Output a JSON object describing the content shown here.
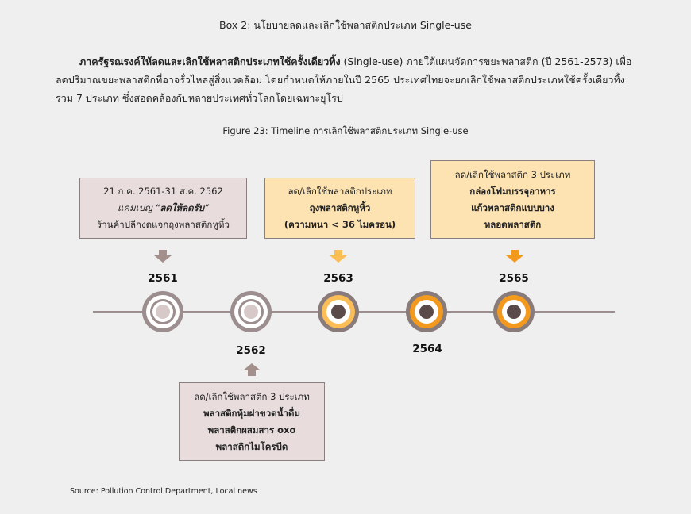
{
  "box_title": "Box 2: นโยบายลดและเลิกใช้พลาสติกประเภท Single-use",
  "paragraph": {
    "lead": "ภาครัฐรณรงค์ให้ลดและเลิกใช้พลาสติกประเภทใช้ครั้งเดียวทิ้ง",
    "rest": " (Single-use) ภายใต้แผนจัดการขยะพลาสติก (ปี 2561-2573) เพื่อลดปริมาณขยะพลาสติกที่อาจรั่วไหลสู่สิ่งแวดล้อม โดยกำหนดให้ภายในปี 2565 ประเทศไทยจะยกเลิกใช้พลาสติกประเภทใช้ครั้งเดียวทิ้ง รวม 7 ประเภท ซึ่งสอดคล้องกับหลายประเทศทั่วโลกโดยเฉพาะยุโรป"
  },
  "figure_title": "Figure 23: Timeline การเลิกใช้พลาสติกประเภท Single-use",
  "colors": {
    "grey_box": "#e8dcdc",
    "orange_box": "#fde3b2",
    "grey_arrow": "#a38f8c",
    "light_orange": "#fbbd55",
    "dark_orange": "#f39a1e",
    "axis": "#9c8e8e"
  },
  "timeline": {
    "years": [
      {
        "year": "2561",
        "position": "above",
        "style": "grey"
      },
      {
        "year": "2562",
        "position": "below",
        "style": "grey"
      },
      {
        "year": "2563",
        "position": "above",
        "style": "orange"
      },
      {
        "year": "2564",
        "position": "below",
        "style": "orange"
      },
      {
        "year": "2565",
        "position": "above",
        "style": "orange"
      }
    ]
  },
  "notes": {
    "n2561": {
      "date": "21 ก.ค. 2561-31 ส.ค. 2562",
      "campaign_prefix": "แคมเปญ “",
      "campaign_name": "ลดให้ลดรับ",
      "campaign_suffix": "”",
      "detail": "ร้านค้าปลีกงดแจกถุงพลาสติกหูหิ้ว"
    },
    "n2562": {
      "heading": "ลด/เลิกใช้พลาสติก 3 ประเภท",
      "items": [
        "พลาสติกหุ้มฝาขวดน้ำดื่ม",
        "พลาสติกผสมสาร oxo",
        "พลาสติกไมโครบีด"
      ]
    },
    "n2563": {
      "heading": "ลด/เลิกใช้พลาสติกประเภท",
      "items": [
        "ถุงพลาสติกหูหิ้ว",
        "(ความหนา < 36 ไมครอน)"
      ]
    },
    "n2565": {
      "heading": "ลด/เลิกใช้พลาสติก 3 ประเภท",
      "items": [
        "กล่องโฟมบรรจุอาหาร",
        "แก้วพลาสติกแบบบาง",
        "หลอดพลาสติก"
      ]
    }
  },
  "source": "Source: Pollution Control Department, Local news"
}
